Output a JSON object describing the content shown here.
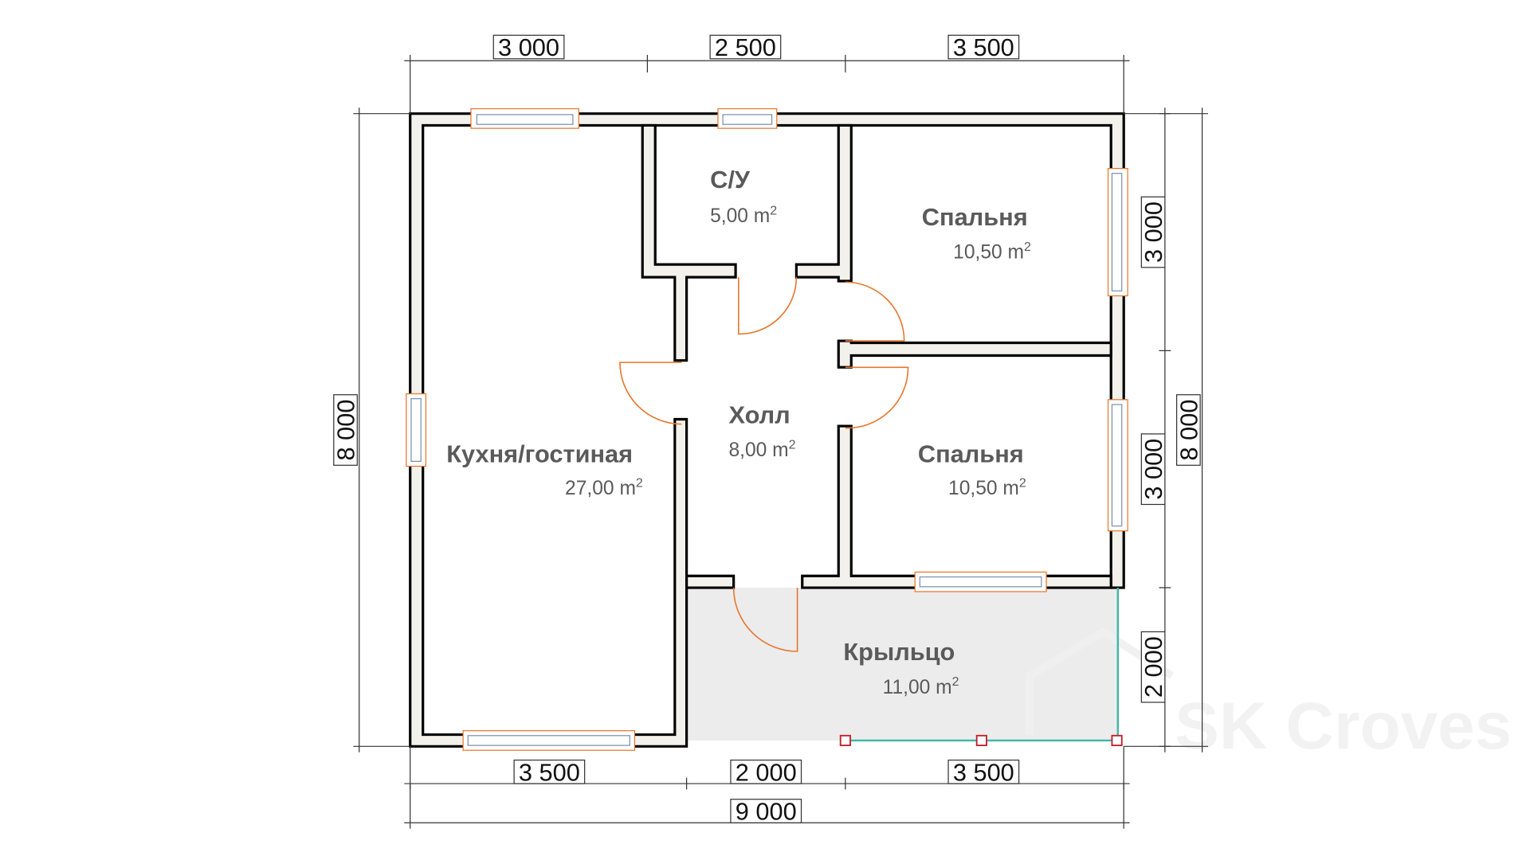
{
  "plan": {
    "rooms": [
      {
        "name": "С/У",
        "area": "5,00 m",
        "sup": "2"
      },
      {
        "name": "Спальня",
        "area": "10,50 m",
        "sup": "2"
      },
      {
        "name": "Холл",
        "area": "8,00 m",
        "sup": "2"
      },
      {
        "name": "Кухня/гостиная",
        "area": "27,00 m",
        "sup": "2"
      },
      {
        "name": "Спальня",
        "area": "10,50 m",
        "sup": "2"
      },
      {
        "name": "Крыльцо",
        "area": "11,00 m",
        "sup": "2"
      }
    ],
    "dimensions": {
      "top": [
        "3 000",
        "2 500",
        "3 500"
      ],
      "bottom": [
        "3 500",
        "2 000",
        "3 500"
      ],
      "bottom_total": "9 000",
      "left_total": "8 000",
      "right": [
        "3 000",
        "3 000",
        "2 000"
      ],
      "right_total": "8 000"
    },
    "watermark": "SK Croves"
  },
  "colors": {
    "wall_fill": "#f3f1eb",
    "door": "#e8762c",
    "porch": "#ececec",
    "railing": "#3fb8a8",
    "post": "#c0202a"
  }
}
